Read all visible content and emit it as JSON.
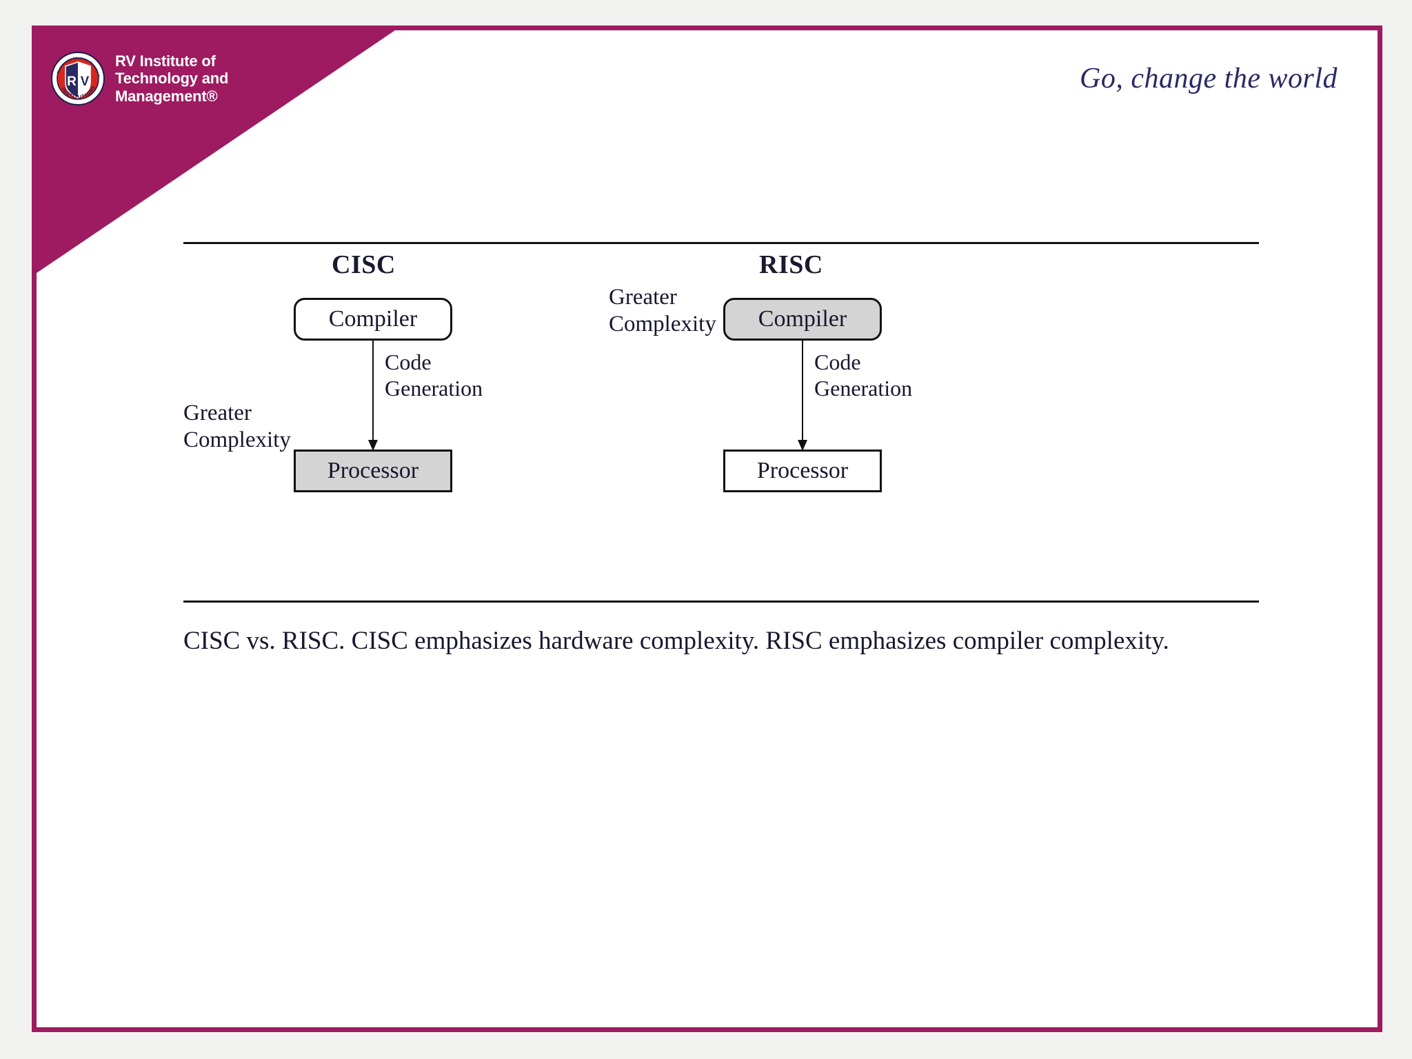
{
  "slide": {
    "brand_color": "#9E1B61",
    "shaded_fill": "#D4D4D4",
    "tagline_color": "#2b2a62"
  },
  "header": {
    "institution_name": "RV Institute of\nTechnology and\nManagement®",
    "logo_initials": "RV",
    "logo_top_text": "Rashtreeya Sikshana Samithi Trust",
    "logo_bottom_text": "INSTITUTIONS",
    "tagline": "Go, change the world"
  },
  "figure": {
    "columns": [
      {
        "title": "CISC",
        "compiler": {
          "label": "Compiler",
          "shaded": false,
          "rounded": true
        },
        "processor": {
          "label": "Processor",
          "shaded": true,
          "rounded": false
        },
        "edge_label": "Code\nGeneration",
        "side_label": "Greater\nComplexity",
        "side_label_target": "processor"
      },
      {
        "title": "RISC",
        "compiler": {
          "label": "Compiler",
          "shaded": true,
          "rounded": true
        },
        "processor": {
          "label": "Processor",
          "shaded": false,
          "rounded": false
        },
        "edge_label": "Code\nGeneration",
        "side_label": "Greater\nComplexity",
        "side_label_target": "compiler"
      }
    ]
  },
  "caption": {
    "text": "CISC vs. RISC. CISC emphasizes hardware complexity. RISC emphasizes compiler complexity."
  }
}
